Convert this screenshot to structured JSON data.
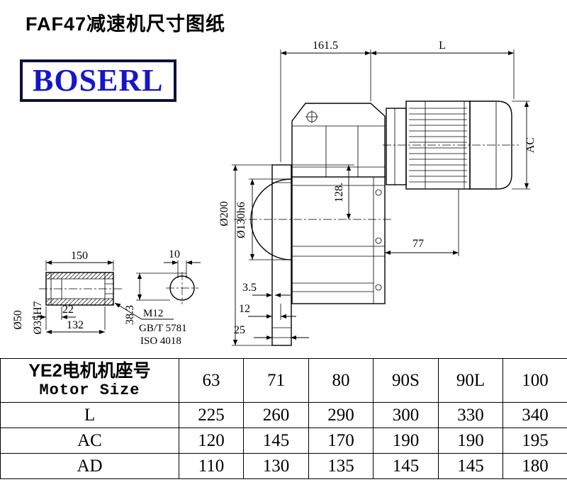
{
  "page": {
    "title": "FAF47减速机尺寸图纸",
    "logo_text": "BOSERL"
  },
  "drawing": {
    "dim_161_5": "161.5",
    "dim_L": "L",
    "dim_AC": "AC",
    "dim_dia200": "Ø200",
    "dim_dia130": "Ø130h6",
    "dim_128": "128.",
    "dim_77": "77",
    "dim_3_5": "3.5",
    "dim_12": "12",
    "dim_25": "25",
    "dim_38_3": "38.3",
    "dim_150": "150",
    "dim_10": "10",
    "dim_22": "22",
    "dim_132": "132",
    "dim_dia50": "Ø50",
    "dim_dia35": "Ø35H7",
    "thread_callout": "M12",
    "standard_1": "GB/T 5781",
    "standard_2": "ISO 4018"
  },
  "table": {
    "header_cn": "YE2电机机座号",
    "header_en": "Motor Size",
    "motor_sizes": [
      "63",
      "71",
      "80",
      "90S",
      "90L",
      "100"
    ],
    "rows": [
      {
        "label": "L",
        "values": [
          "225",
          "260",
          "290",
          "300",
          "330",
          "340"
        ]
      },
      {
        "label": "AC",
        "values": [
          "120",
          "145",
          "170",
          "190",
          "190",
          "195"
        ]
      },
      {
        "label": "AD",
        "values": [
          "110",
          "130",
          "135",
          "145",
          "145",
          "180"
        ]
      }
    ]
  }
}
